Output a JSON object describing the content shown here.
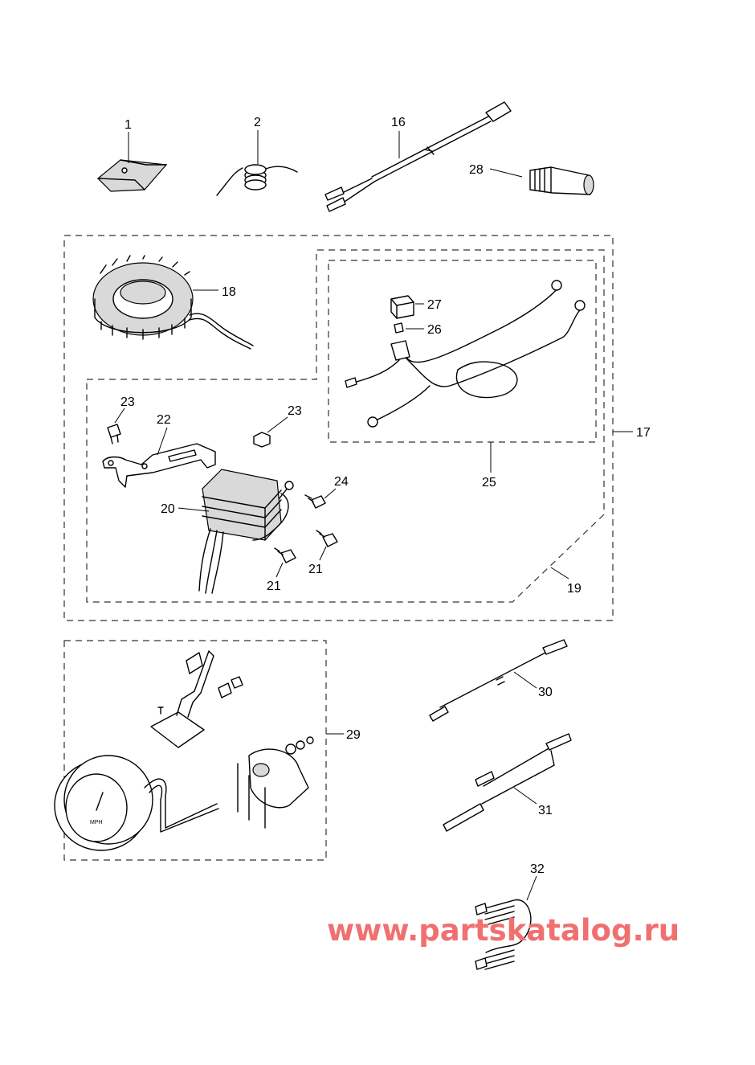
{
  "diagram": {
    "callouts": [
      "1",
      "2",
      "16",
      "28",
      "18",
      "27",
      "26",
      "23",
      "22",
      "23",
      "24",
      "20",
      "21",
      "21",
      "25",
      "17",
      "19",
      "29",
      "30",
      "31",
      "32"
    ],
    "gauge_text": "MPH",
    "watermark": "www.partskatalog.ru"
  }
}
